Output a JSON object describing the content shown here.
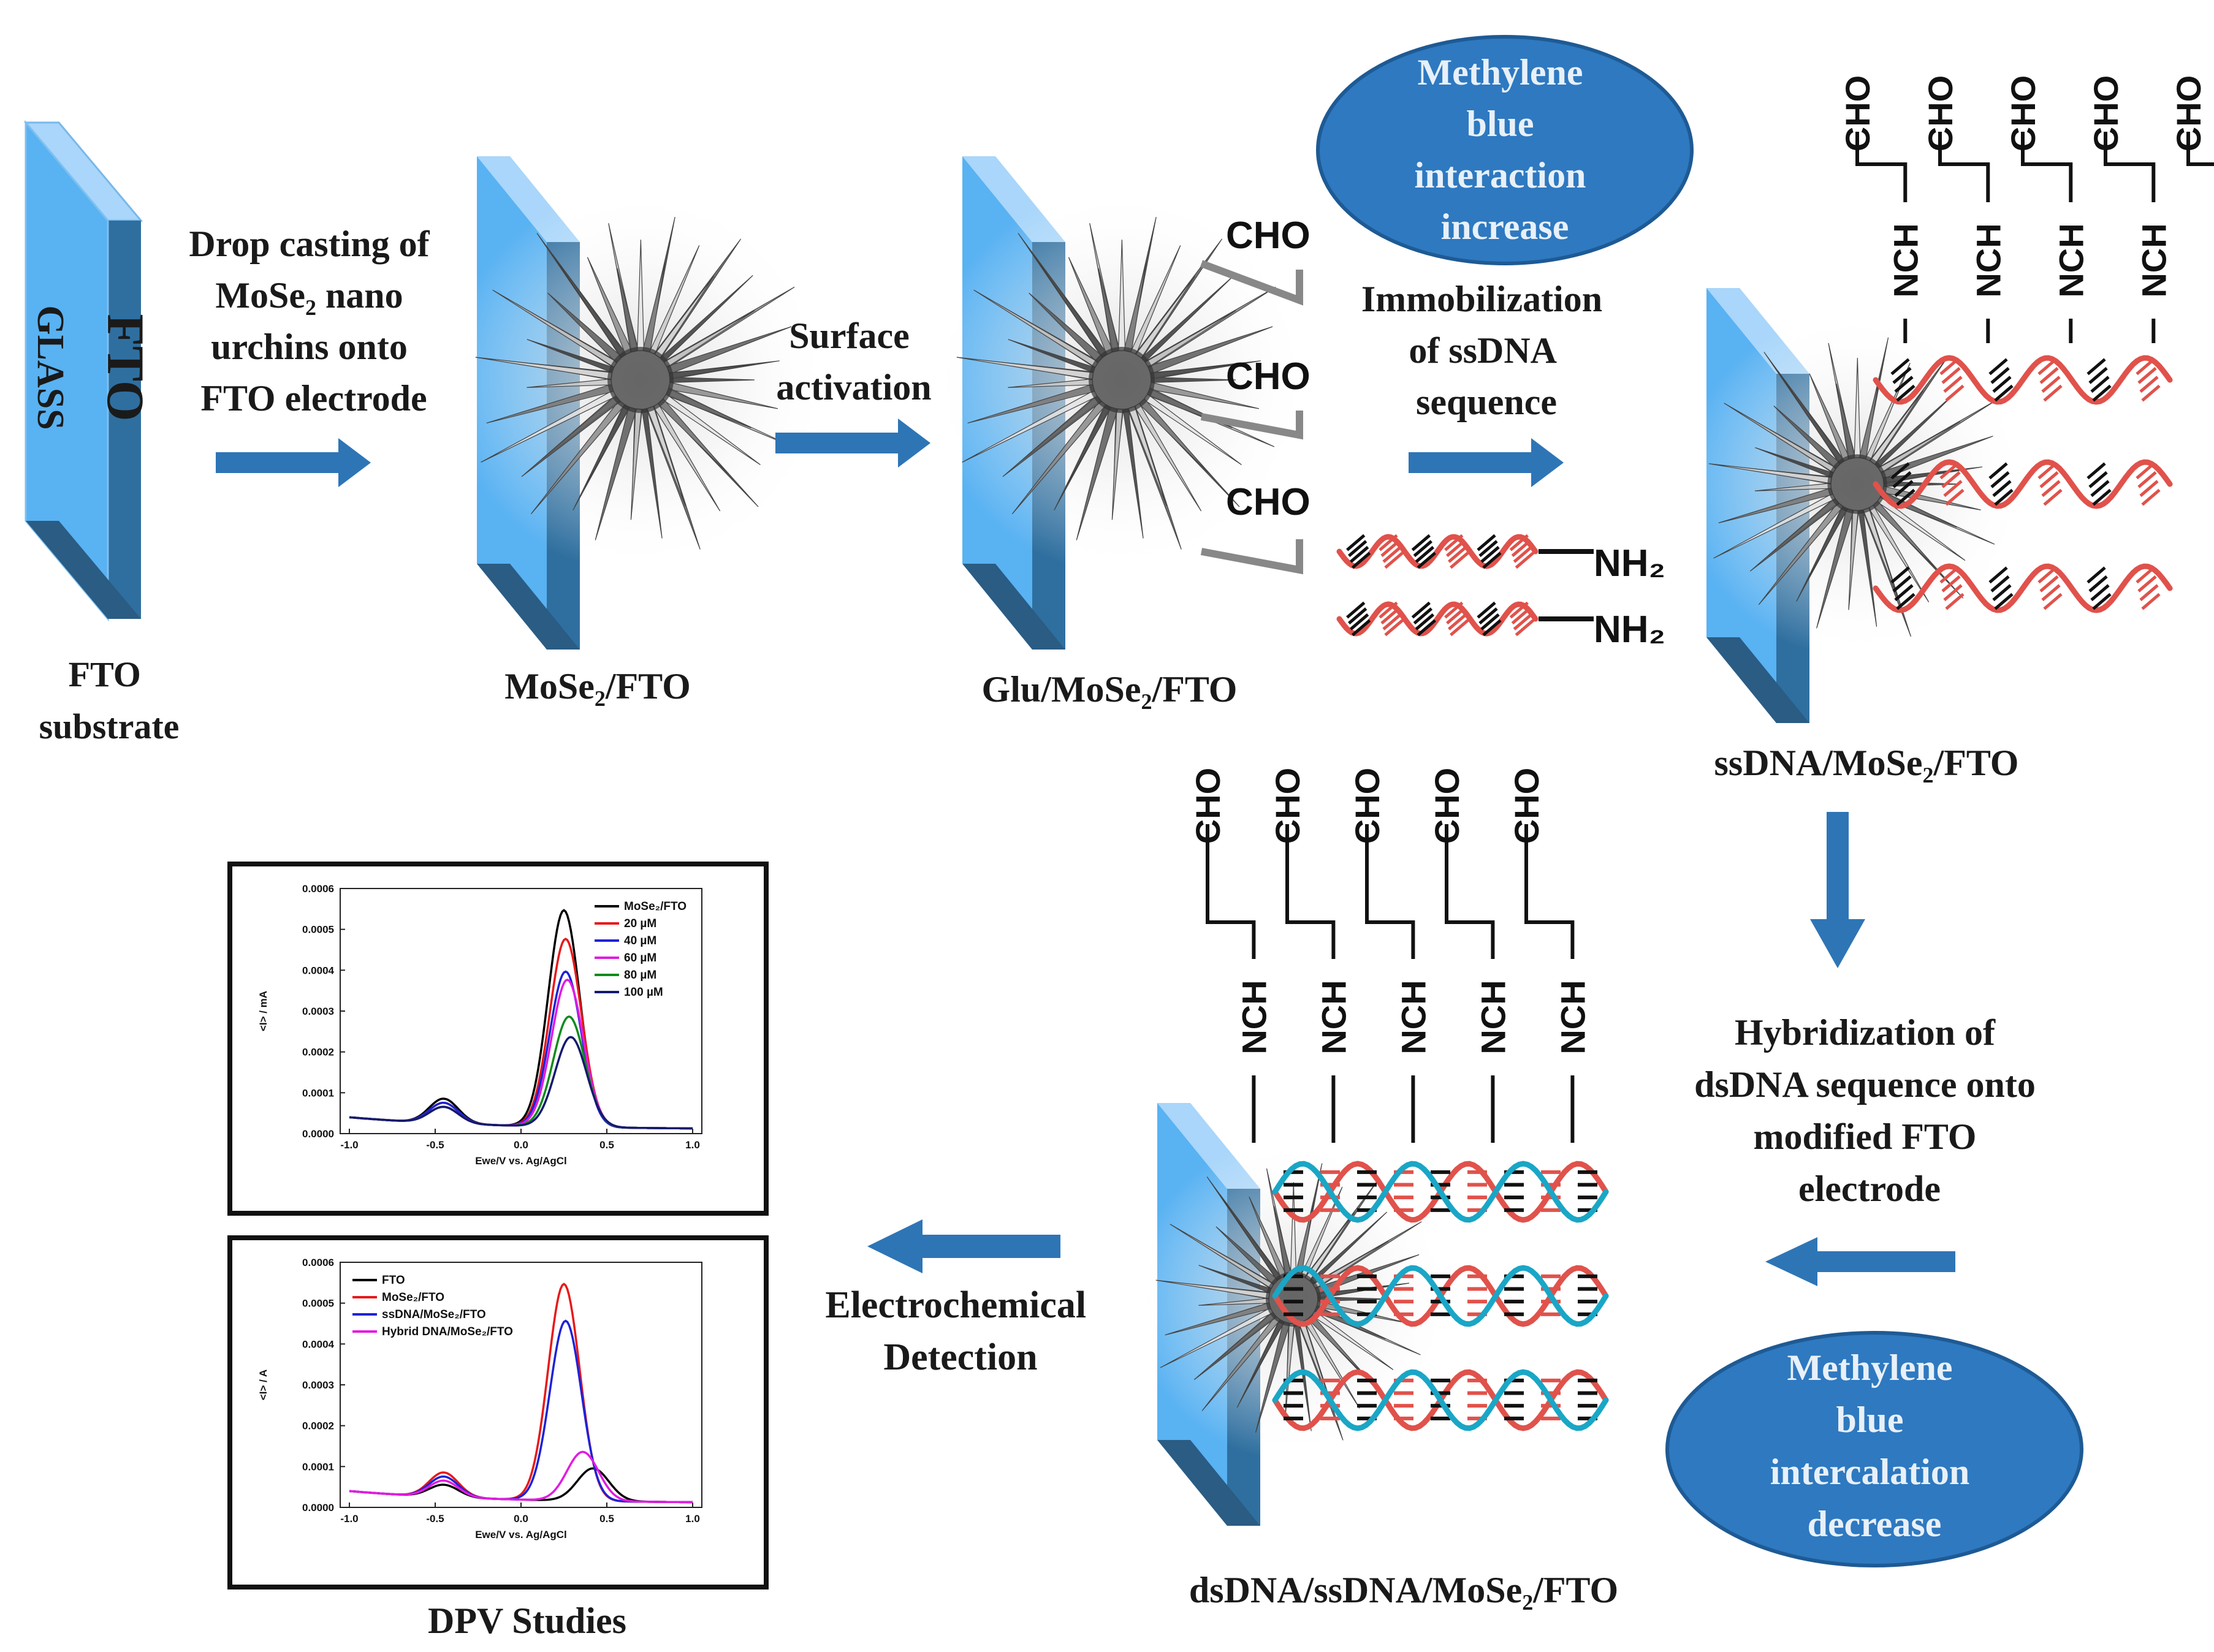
{
  "stages": {
    "fto_glass": {
      "face_label": "FTO",
      "side_label": "GLASS",
      "caption_lines": [
        "FTO",
        "substrate"
      ]
    },
    "mose2_fto": {
      "caption": "MoSe₂/FTO"
    },
    "glu_mose2_fto": {
      "caption": "Glu/MoSe₂/FTO"
    },
    "ssdna_mose2_fto": {
      "caption": "ssDNA/MoSe₂/FTO"
    },
    "dsdna_ssdna_mose2_fto": {
      "caption": "dsDNA/ssDNA/MoSe₂/FTO"
    }
  },
  "steps": {
    "drop_casting": {
      "lines": [
        "Drop casting of",
        "MoSe₂ nano",
        "urchins onto",
        "FTO electrode"
      ]
    },
    "surface_activation": {
      "lines": [
        "Surface",
        "activation"
      ]
    },
    "immobilization": {
      "lines": [
        "Immobilization",
        "of ssDNA",
        "sequence"
      ]
    },
    "hybridization": {
      "lines": [
        "Hybridization of",
        "dsDNA sequence onto",
        "modified  FTO",
        "electrode"
      ]
    },
    "detection": {
      "lines": [
        "Electrochemical",
        "Detection"
      ]
    }
  },
  "ovals": {
    "top": {
      "lines": [
        "Methylene",
        "blue",
        "interaction",
        "increase"
      ]
    },
    "bottom": {
      "lines": [
        "Methylene",
        "blue",
        "intercalation",
        "decrease"
      ]
    }
  },
  "chem_labels": {
    "aldehyde": "CHO",
    "amine": "NH₂",
    "imine": "NCH"
  },
  "colors": {
    "electrode_blue": "#4aa8f0",
    "arrow_blue": "#2e75b6",
    "oval_blue": "#2e79c0",
    "dna_red": "#e0524b",
    "dna_teal": "#1aa6c6"
  },
  "dpv_caption": "DPV Studies",
  "chart_data": [
    {
      "type": "line",
      "xlabel": "Ewe/V vs. Ag/AgCl",
      "ylabel": "<I> / mA",
      "xlim": [
        -1.0,
        1.0
      ],
      "ylim": [
        0,
        0.0006
      ],
      "x_ticks": [
        "-1.0",
        "-0.5",
        "0.0",
        "0.5",
        "1.0"
      ],
      "y_ticks": [
        "0.0000",
        "0.0001",
        "0.0002",
        "0.0003",
        "0.0004",
        "0.0005",
        "0.0006"
      ],
      "legend_position": "top-right",
      "series": [
        {
          "name": "MoSe₂/FTO",
          "color": "#000000",
          "peak_x": 0.25,
          "peak_y": 0.00053,
          "shoulder_y": 6e-05
        },
        {
          "name": "20 µM",
          "color": "#e8191b",
          "peak_x": 0.26,
          "peak_y": 0.00046,
          "shoulder_y": 5e-05
        },
        {
          "name": "40 µM",
          "color": "#1e22d8",
          "peak_x": 0.26,
          "peak_y": 0.00038,
          "shoulder_y": 5e-05
        },
        {
          "name": "60 µM",
          "color": "#e21ae2",
          "peak_x": 0.27,
          "peak_y": 0.00036,
          "shoulder_y": 4e-05
        },
        {
          "name": "80 µM",
          "color": "#0f8c1a",
          "peak_x": 0.28,
          "peak_y": 0.00027,
          "shoulder_y": 4e-05
        },
        {
          "name": "100 µM",
          "color": "#141a6e",
          "peak_x": 0.29,
          "peak_y": 0.00022,
          "shoulder_y": 4e-05
        }
      ]
    },
    {
      "type": "line",
      "xlabel": "Ewe/V vs. Ag/AgCl",
      "ylabel": "<I> / A",
      "xlim": [
        -1.0,
        1.0
      ],
      "ylim": [
        0,
        0.0006
      ],
      "x_ticks": [
        "-1.0",
        "-0.5",
        "0.0",
        "0.5",
        "1.0"
      ],
      "y_ticks": [
        "0.0000",
        "0.0001",
        "0.0002",
        "0.0003",
        "0.0004",
        "0.0005",
        "0.0006"
      ],
      "legend_position": "top-left",
      "series": [
        {
          "name": "FTO",
          "color": "#000000",
          "peak_x": 0.42,
          "peak_y": 8e-05,
          "shoulder_y": 3e-05
        },
        {
          "name": "MoSe₂/FTO",
          "color": "#e8191b",
          "peak_x": 0.25,
          "peak_y": 0.00053,
          "shoulder_y": 6e-05
        },
        {
          "name": "ssDNA/MoSe₂/FTO",
          "color": "#1e22d8",
          "peak_x": 0.26,
          "peak_y": 0.00044,
          "shoulder_y": 5e-05
        },
        {
          "name": "Hybrid DNA/MoSe₂/FTO",
          "color": "#e21ae2",
          "peak_x": 0.36,
          "peak_y": 0.00012,
          "shoulder_y": 4e-05
        }
      ]
    }
  ]
}
